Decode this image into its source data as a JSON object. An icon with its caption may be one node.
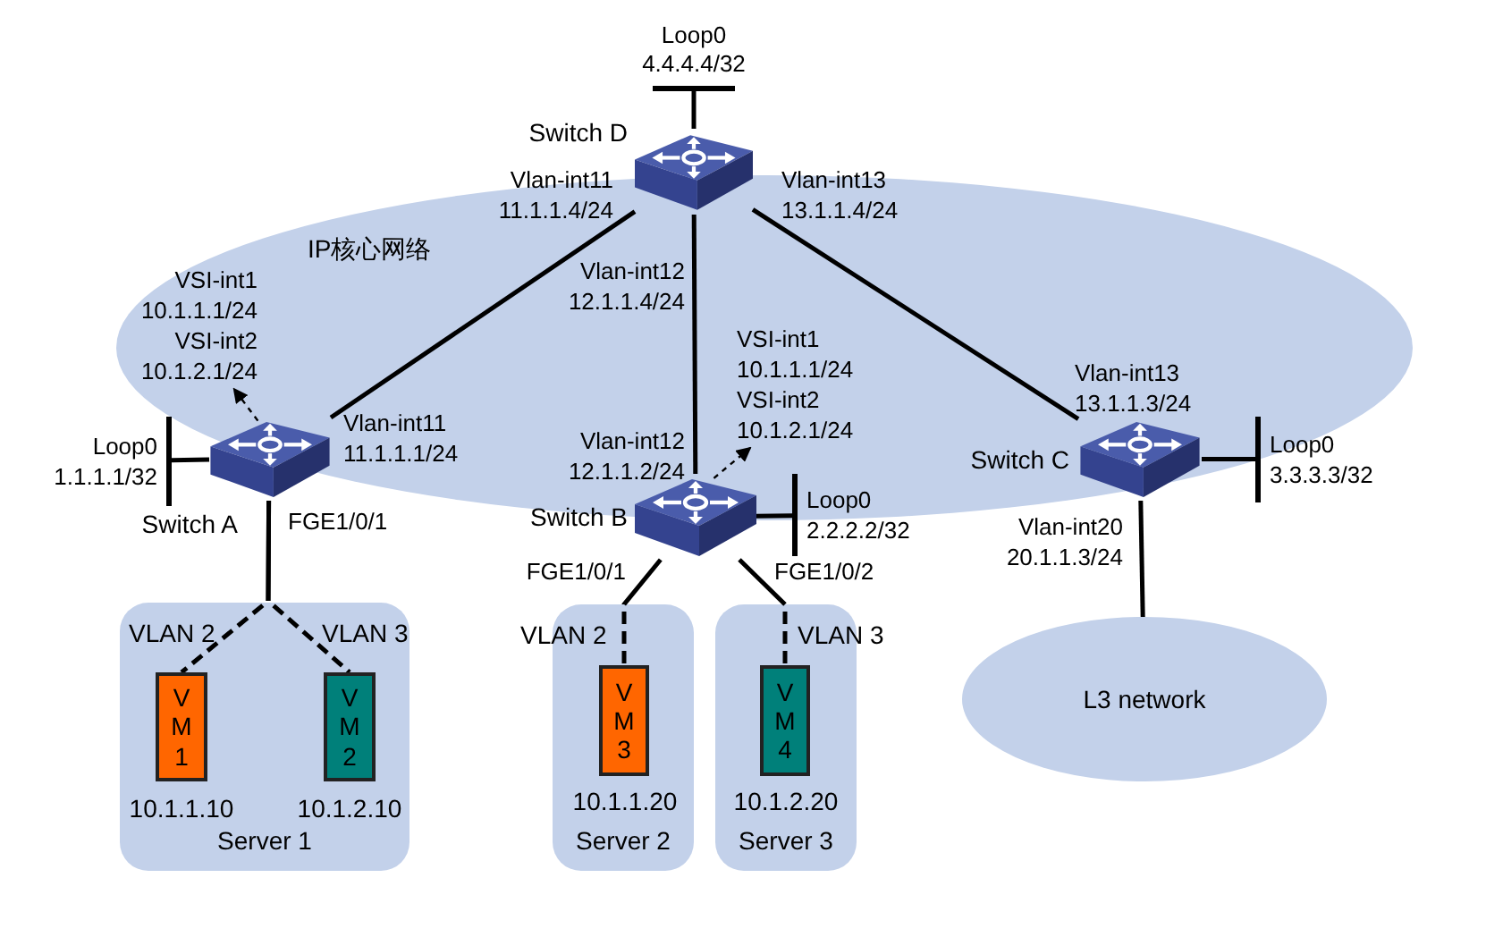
{
  "diagram": {
    "nodes": [
      {
        "text": [
          "Switch D"
        ]
      },
      {
        "text": [
          "Switch A"
        ]
      },
      {
        "text": [
          "Switch B"
        ]
      },
      {
        "text": [
          "Switch C"
        ]
      },
      {
        "text": [
          "Loop0",
          "4.4.4.4/32"
        ]
      },
      {
        "text": [
          "Loop0",
          "1.1.1.1/32"
        ]
      },
      {
        "text": [
          "Loop0",
          "2.2.2.2/32"
        ]
      },
      {
        "text": [
          "Loop0",
          "3.3.3.3/32"
        ]
      },
      {
        "text": [
          "Server 1"
        ]
      },
      {
        "text": [
          "VM1"
        ],
        "in": 8,
        "beside": [
          "10.1.1.10"
        ]
      },
      {
        "text": [
          "VM2"
        ],
        "in": 8,
        "beside": [
          "10.1.2.10"
        ]
      },
      {
        "text": [
          "Server 2"
        ]
      },
      {
        "text": [
          "VM3"
        ],
        "in": 11,
        "beside": [
          "10.1.1.20"
        ]
      },
      {
        "text": [
          "Server 3"
        ]
      },
      {
        "text": [
          "VM4"
        ],
        "in": 13,
        "beside": [
          "10.1.2.20"
        ]
      },
      {
        "text": [
          "L3 network"
        ]
      },
      {
        "text": [
          "VSI-int1",
          "10.1.1.1/24",
          "VSI-int2",
          "10.1.2.1/24"
        ]
      },
      {
        "text": [
          "VSI-int1",
          "10.1.1.1/24",
          "VSI-int2",
          "10.1.2.1/24"
        ]
      }
    ],
    "edges": [
      {
        "from": 0,
        "to": 1,
        "arrow": "none"
      },
      {
        "from": 0,
        "to": 2,
        "arrow": "none"
      },
      {
        "from": 0,
        "to": 3,
        "arrow": "none"
      },
      {
        "from": 0,
        "to": 4,
        "arrow": "none"
      },
      {
        "from": 1,
        "to": 5,
        "arrow": "none"
      },
      {
        "from": 2,
        "to": 6,
        "arrow": "none"
      },
      {
        "from": 3,
        "to": 7,
        "arrow": "none"
      },
      {
        "from": 1,
        "to": 9,
        "arrow": "none",
        "label": "VLAN 2",
        "style": "dashed"
      },
      {
        "from": 1,
        "to": 10,
        "arrow": "none",
        "label": "VLAN 3",
        "style": "dashed"
      },
      {
        "from": 2,
        "to": 12,
        "arrow": "none",
        "label": "VLAN 2",
        "style": "dashed"
      },
      {
        "from": 2,
        "to": 14,
        "arrow": "none",
        "label": "VLAN 3",
        "style": "dashed"
      },
      {
        "from": 3,
        "to": 15,
        "arrow": "none"
      },
      {
        "from": 1,
        "to": 16,
        "arrow": "to",
        "style": "dashed"
      },
      {
        "from": 2,
        "to": 17,
        "arrow": "to",
        "style": "dashed"
      }
    ],
    "labels": [
      "IP核心网络",
      "Vlan-int11",
      "11.1.1.4/24",
      "Vlan-int13",
      "13.1.1.4/24",
      "Vlan-int12",
      "12.1.1.4/24",
      "Vlan-int11",
      "11.1.1.1/24",
      "Vlan-int12",
      "12.1.1.2/24",
      "Vlan-int13",
      "13.1.1.3/24",
      "FGE1/0/1",
      "FGE1/0/1",
      "FGE1/0/2",
      "Vlan-int20",
      "20.1.1.3/24"
    ]
  }
}
